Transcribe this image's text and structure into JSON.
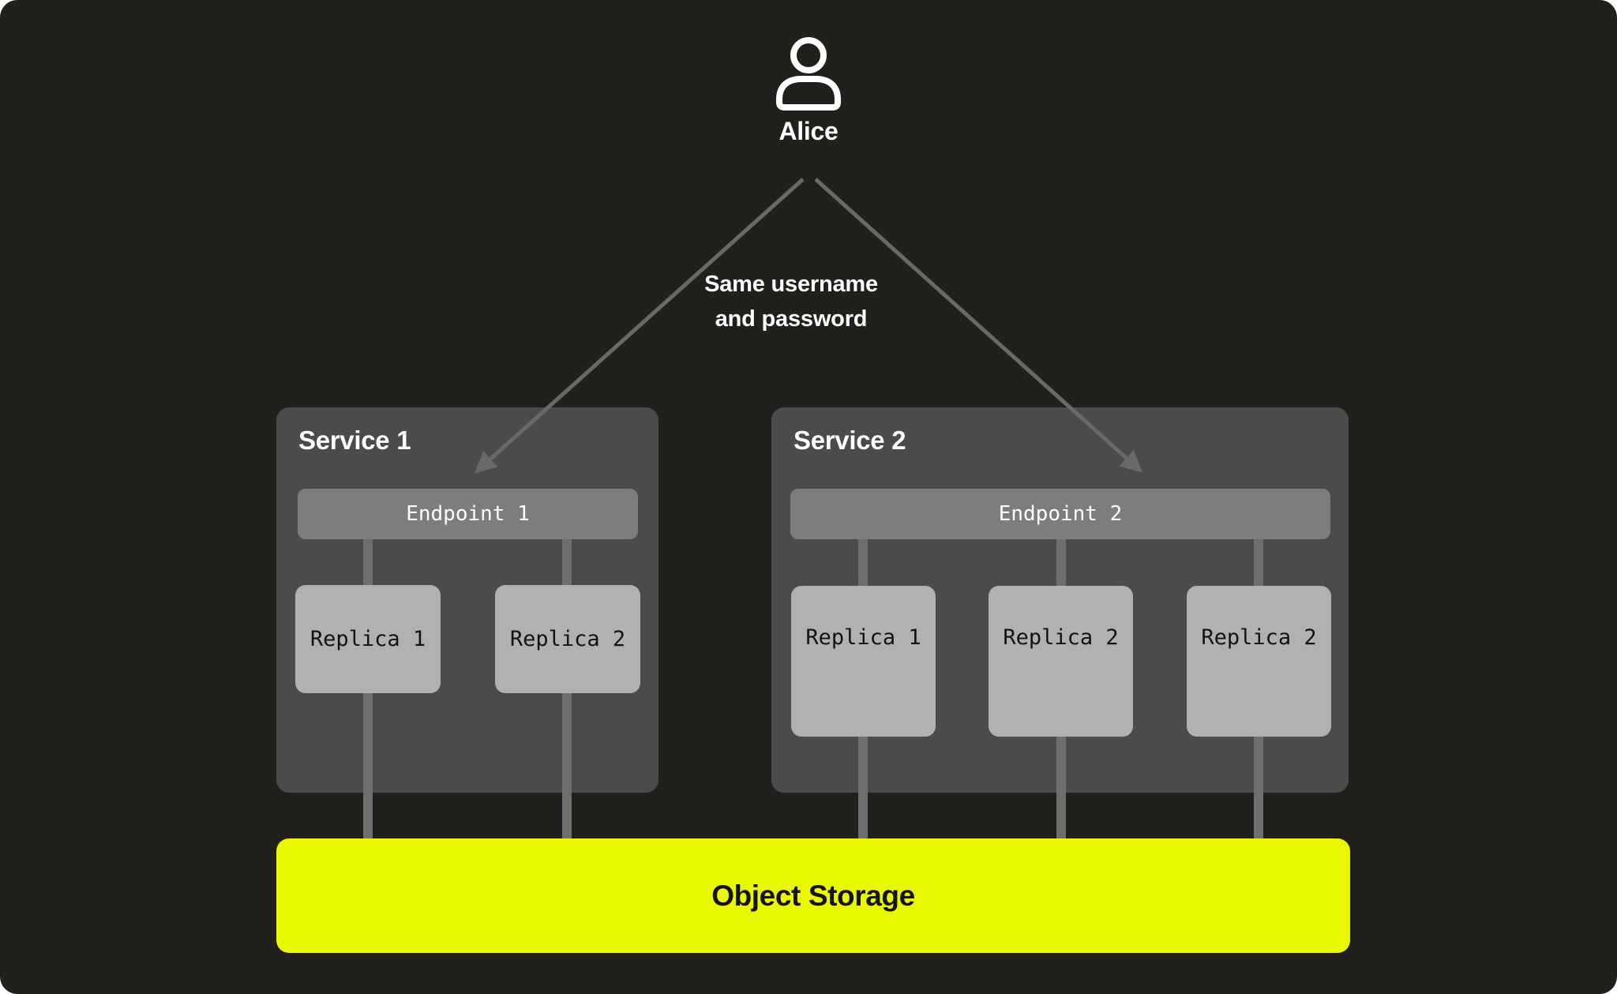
{
  "user": {
    "name": "Alice"
  },
  "auth_note": {
    "line1": "Same username",
    "line2": "and password"
  },
  "services": [
    {
      "title": "Service 1",
      "endpoint_label": "Endpoint 1",
      "replicas": [
        "Replica 1",
        "Replica 2"
      ]
    },
    {
      "title": "Service 2",
      "endpoint_label": "Endpoint 2",
      "replicas": [
        "Replica 1",
        "Replica 2",
        "Replica 2"
      ]
    }
  ],
  "storage": {
    "label": "Object Storage"
  },
  "colors": {
    "canvas_bg": "#21201c",
    "service_box": "#4b4b4b",
    "endpoint_bar": "#7d7d7d",
    "replica_box": "#b1b1b1",
    "connector_line": "#6e6e6e",
    "arrow_line": "#696969",
    "storage_bar": "#e9f702",
    "text_light": "#ffffff",
    "text_dark": "#141414"
  }
}
